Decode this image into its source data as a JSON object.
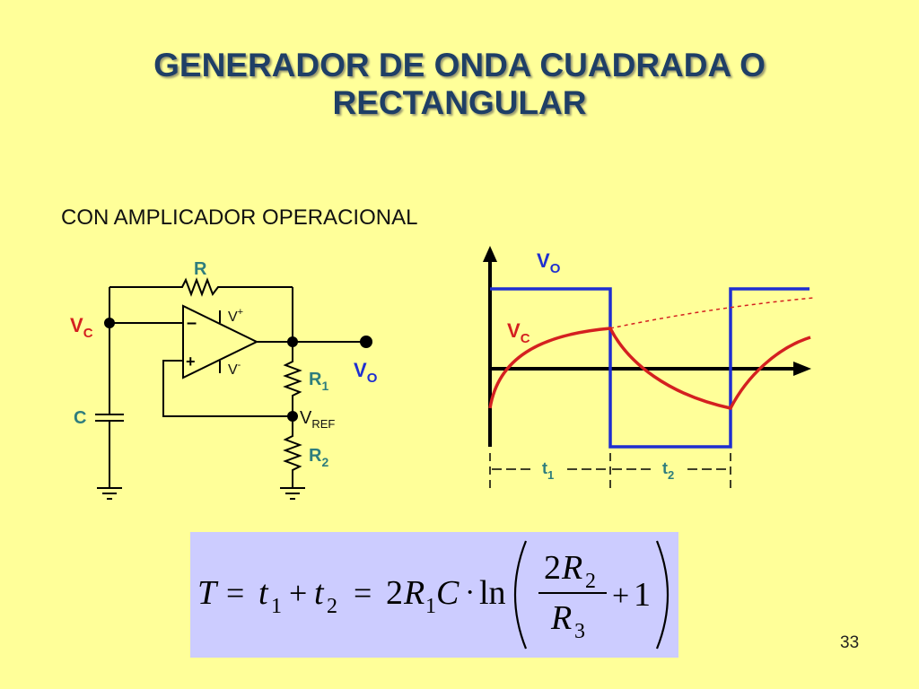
{
  "slide": {
    "title_line1": "GENERADOR DE ONDA CUADRADA O",
    "title_line2": "RECTANGULAR",
    "subtitle": "CON AMPLICADOR OPERACIONAL",
    "page_number": "33"
  },
  "circuit": {
    "r": "R",
    "vc": "V",
    "vc_sub": "C",
    "c": "C",
    "vplus": "V",
    "vplus_sup": "+",
    "vminus": "V",
    "vminus_sup": "-",
    "minus_sign": "–",
    "plus_sign": "+",
    "r1": "R",
    "r1_sub": "1",
    "vo": "V",
    "vo_sub": "O",
    "vref": "V",
    "vref_sub": "REF",
    "r2": "R",
    "r2_sub": "2"
  },
  "waveform": {
    "vo": "V",
    "vo_sub": "O",
    "vc": "V",
    "vc_sub": "C",
    "t1": "t",
    "t1_sub": "1",
    "t2": "t",
    "t2_sub": "2"
  },
  "formula": {
    "T": "T",
    "eq1": "=",
    "t": "t",
    "one": "1",
    "plus1": "+",
    "t_2": "t",
    "two": "2",
    "eq2": "=",
    "coef": "2",
    "R": "R",
    "R1sub": "1",
    "C": "C",
    "dot": "·",
    "ln": "ln",
    "num_coef": "2",
    "num_R": "R",
    "num_sub": "2",
    "den_R": "R",
    "den_sub": "3",
    "plus2": "+",
    "const": "1"
  },
  "colors": {
    "background": "#ffff99",
    "title": "#1f3f66",
    "circuit_label": "#2e7d7d",
    "vo_wave": "#1f2fd0",
    "vc_wave": "#d42020",
    "formula_box": "#ccccff"
  }
}
